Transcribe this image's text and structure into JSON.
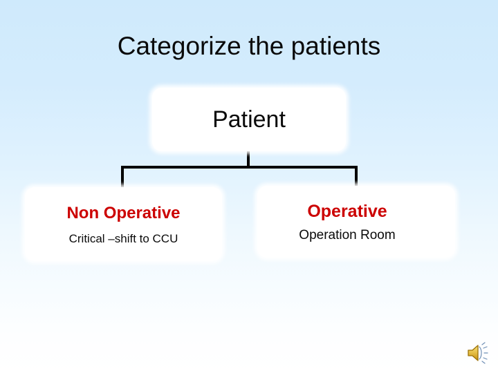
{
  "slide": {
    "title": "Categorize the patients",
    "background_top_color": "#cfeafc",
    "background_bottom_color": "#ffffff"
  },
  "diagram": {
    "type": "org-chart",
    "accent_color": "#cc0000",
    "text_color": "#0a0a0a",
    "connector_color": "#000000",
    "root": {
      "label": "Patient"
    },
    "children": [
      {
        "heading": "Non Operative",
        "detail": "Critical –shift to CCU"
      },
      {
        "heading": "Operative",
        "detail": "Operation Room"
      }
    ]
  },
  "media": {
    "sound_icon_name": "speaker-icon",
    "sound_icon_color": "#d9a613"
  }
}
